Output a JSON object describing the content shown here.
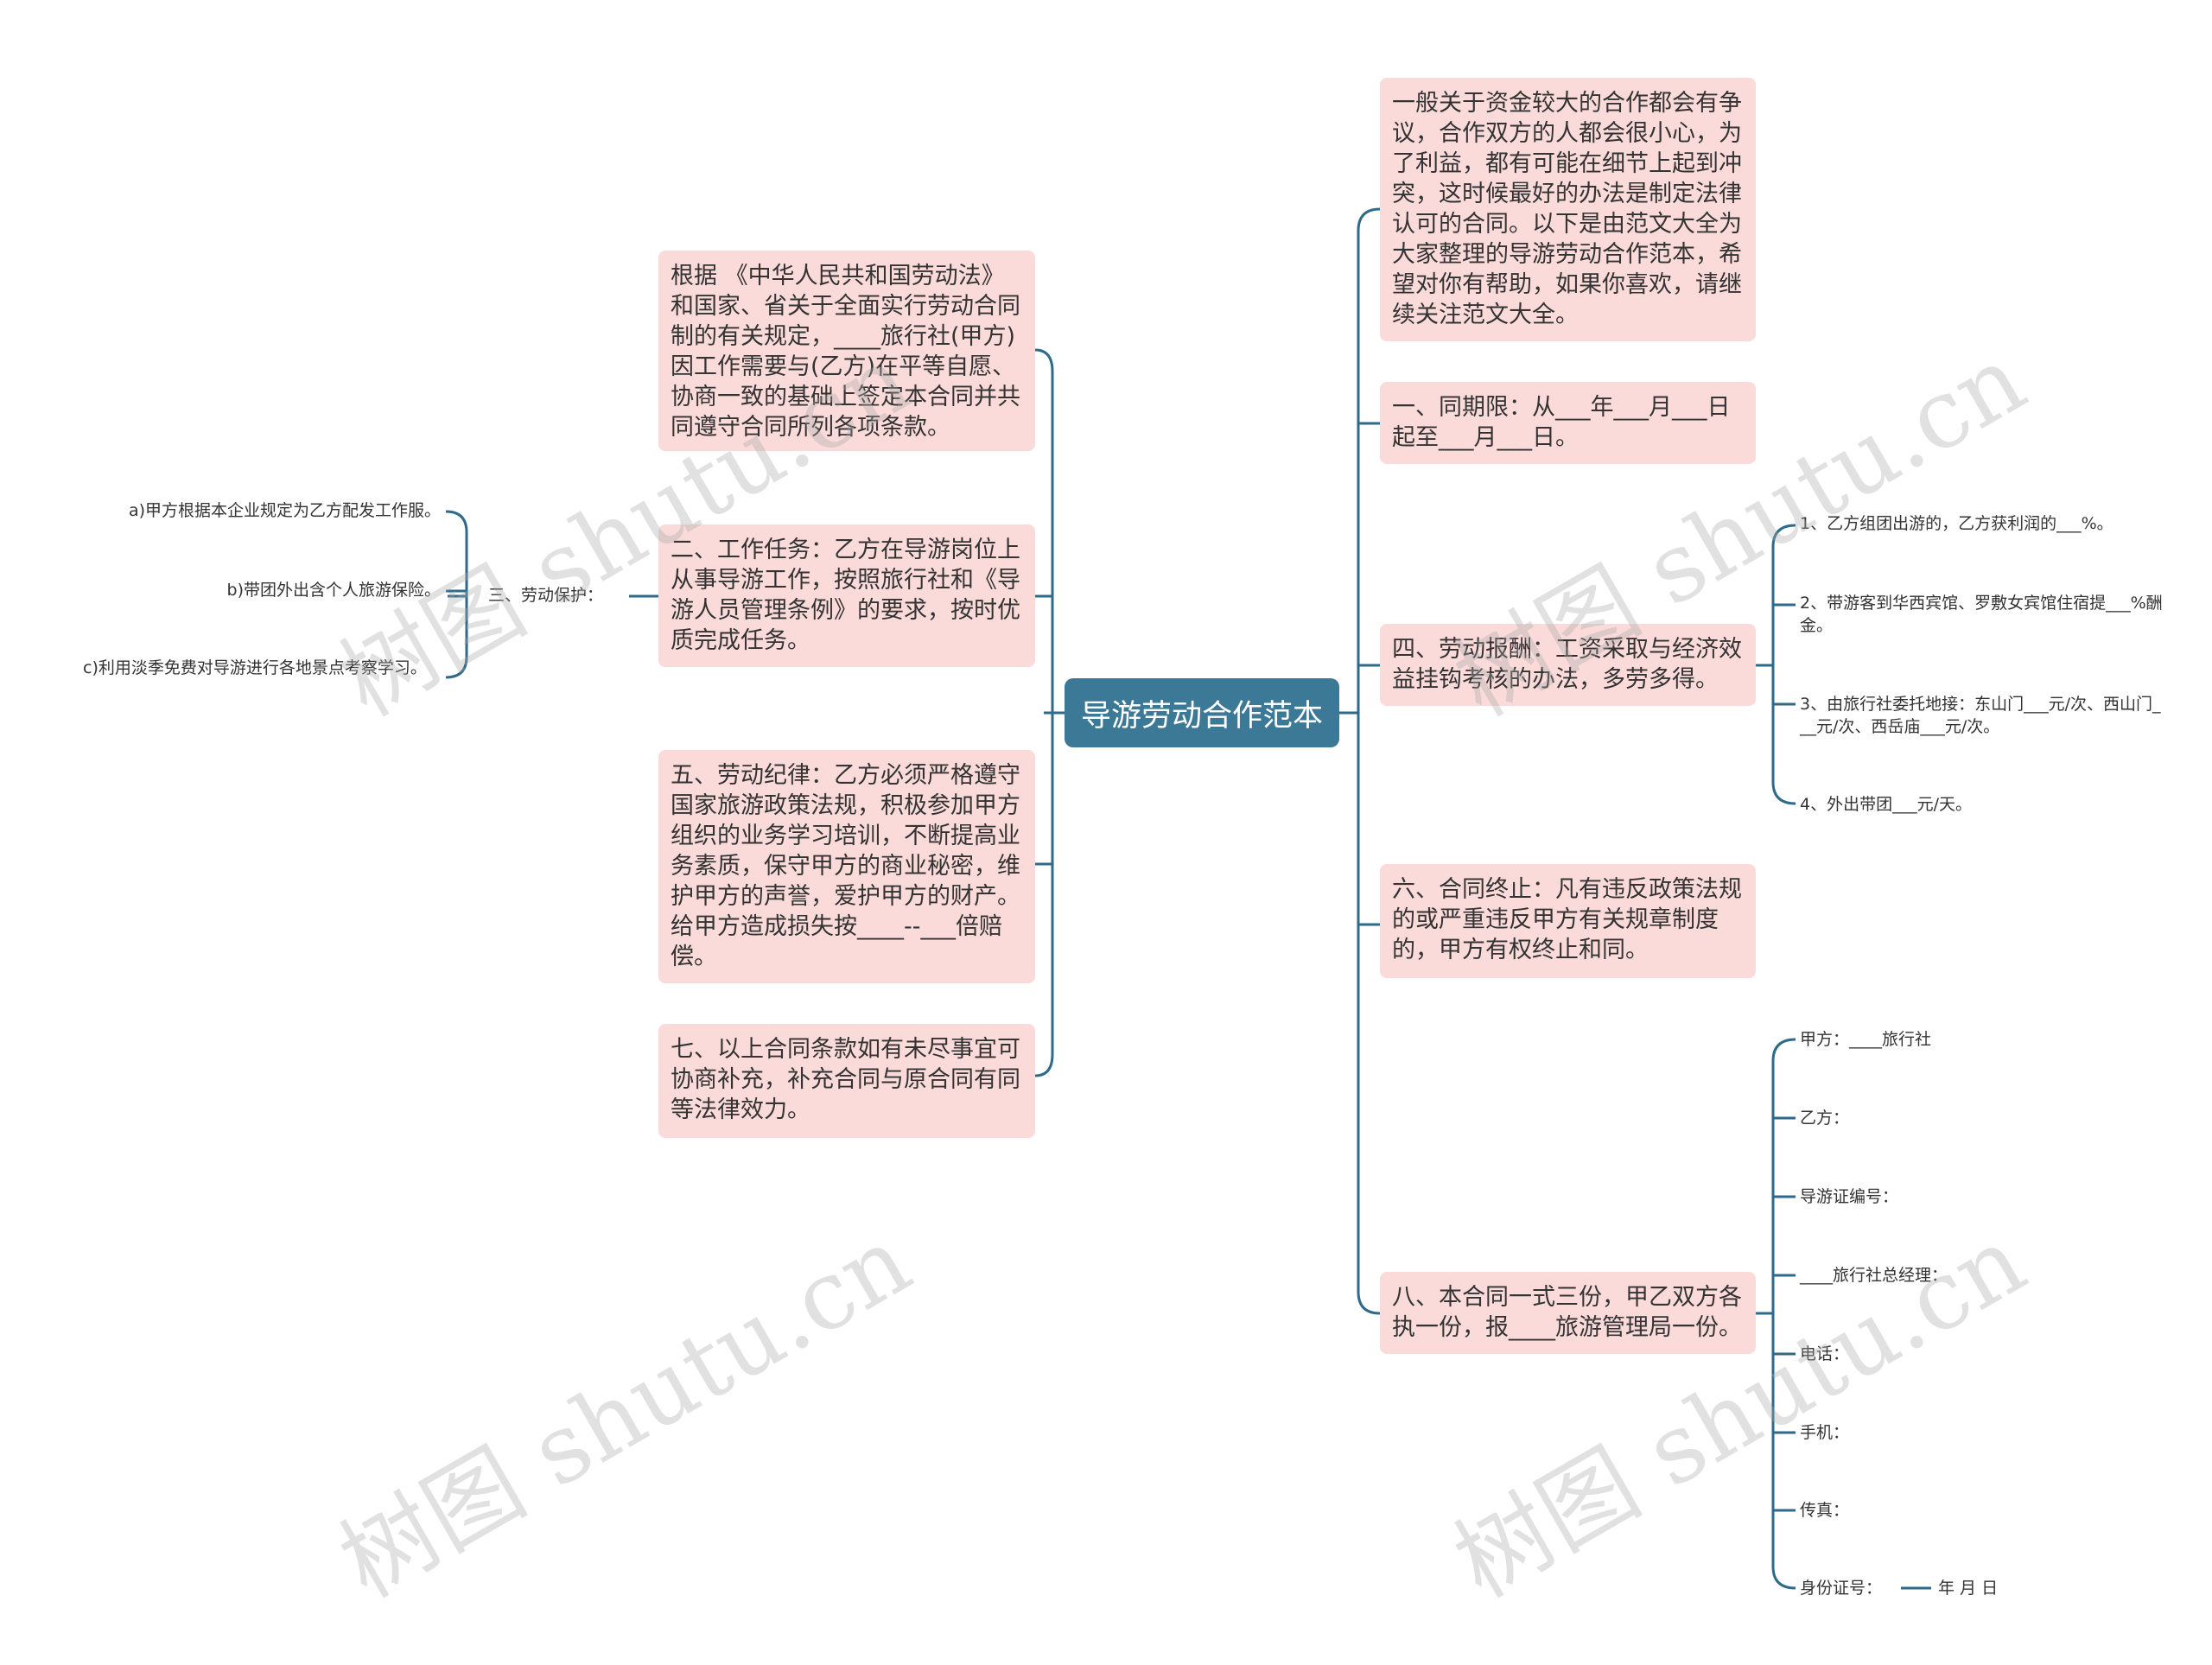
{
  "root": {
    "label": "导游劳动合作范本"
  },
  "right": {
    "intro": "一般关于资金较大的合作都会有争议，合作双方的人都会很小心，为了利益，都有可能在细节上起到冲突，这时候最好的办法是制定法律认可的合同。以下是由范文大全为大家整理的导游劳动合作范本，希望对你有帮助，如果你喜欢，请继续关注范文大全。",
    "term": "一、同期限：从___年___月___日起至___月___日。",
    "pay": "四、劳动报酬：工资采取与经济效益挂钩考核的办法，多劳多得。",
    "pay_items": [
      "1、乙方组团出游的，乙方获利润的___%。",
      "2、带游客到华西宾馆、罗敷女宾馆住宿提___%酬金。",
      "3、由旅行社委托地接：东山门___元/次、西山门___元/次、西岳庙___元/次。",
      "4、外出带团___元/天。"
    ],
    "termination": "六、合同终止：凡有违反政策法规的或严重违反甲方有关规章制度的，甲方有权终止和同。",
    "copies": "八、本合同一式三份，甲乙双方各执一份，报____旅游管理局一份。",
    "sign_items": [
      "甲方：____旅行社",
      "乙方：",
      "导游证编号：",
      "____旅行社总经理：",
      "电话：",
      "手机：",
      "传真：",
      "身份证号："
    ],
    "date_line": "年 月 日"
  },
  "left": {
    "basis": "根据 《中华人民共和国劳动法》和国家、省关于全面实行劳动合同制的有关规定，____旅行社(甲方)因工作需要与(乙方)在平等自愿、协商一致的基础上签定本合同并共同遵守合同所列各项条款。",
    "task": "二、工作任务：乙方在导游岗位上从事导游工作，按照旅行社和《导游人员管理条例》的要求，按时优质完成任务。",
    "protection": "三、劳动保护：",
    "protection_items": [
      "a)甲方根据本企业规定为乙方配发工作服。",
      "b)带团外出含个人旅游保险。",
      "c)利用淡季免费对导游进行各地景点考察学习。"
    ],
    "discipline": "五、劳动纪律：乙方必须严格遵守国家旅游政策法规，积极参加甲方组织的业务学习培训，不断提高业务素质，保守甲方的商业秘密，维护甲方的声誉，爱护甲方的财产。给甲方造成损失按____--___倍赔偿。",
    "supplement": "七、以上合同条款如有未尽事宜可协商补充，补充合同与原合同有同等法律效力。"
  },
  "watermark": "树图 shutu.cn",
  "colors": {
    "node_fill": "#fbdada",
    "root_fill": "#3c7996",
    "line": "#2e6a8a"
  }
}
